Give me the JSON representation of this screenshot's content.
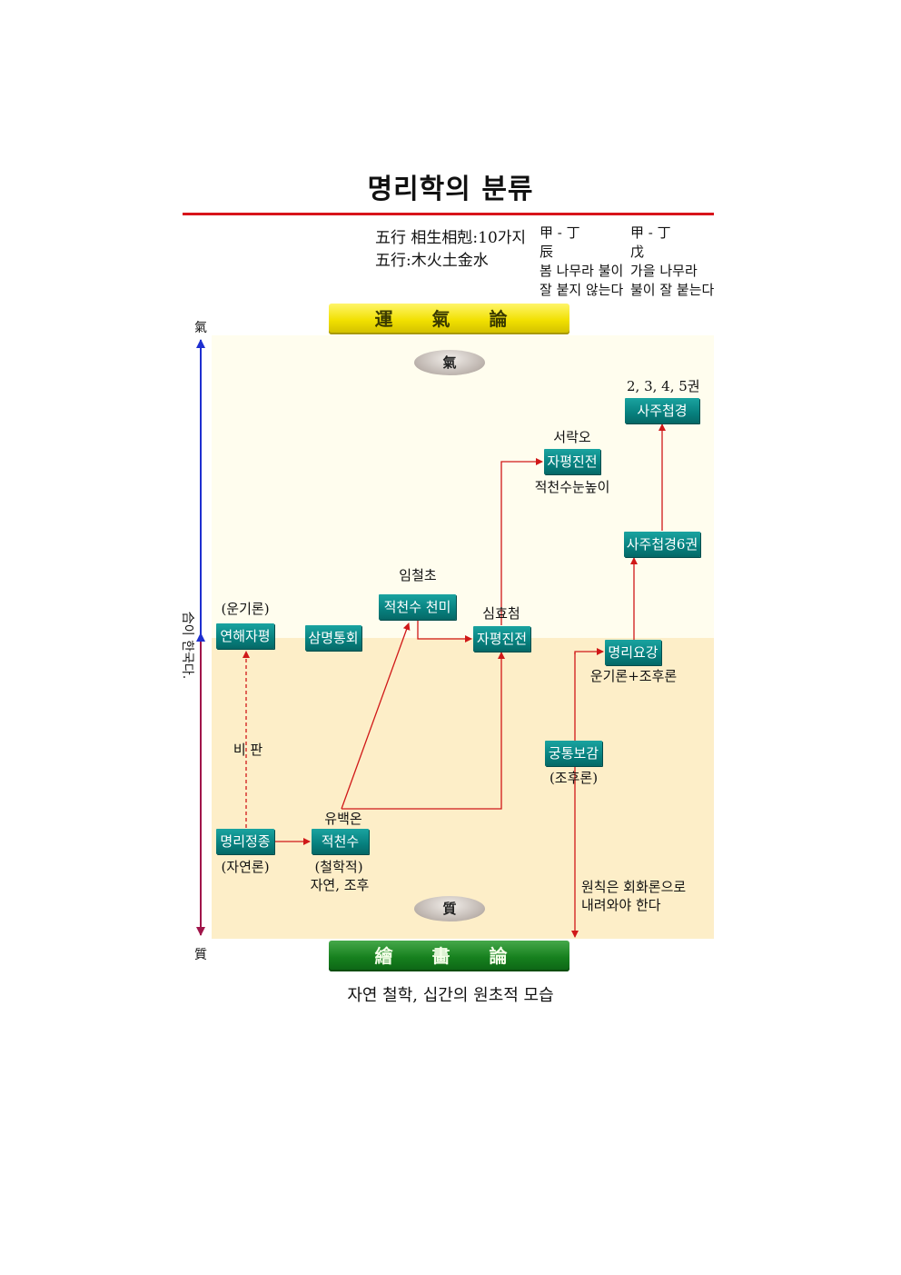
{
  "title": "명리학의 분류",
  "notes": {
    "line1": "五行 相生相剋:10가지",
    "line2": "五行:木火土金水",
    "col1": [
      "甲 - 丁",
      "辰",
      "봄 나무라 불이",
      "잘 붙지 않는다"
    ],
    "col2": [
      "甲 - 丁",
      "戊",
      "가을 나무라",
      "불이 잘 붙는다"
    ]
  },
  "banners": {
    "top": "運 氣 論",
    "bottom": "繪 畵 論"
  },
  "ovals": {
    "top": "氣",
    "bottom": "質"
  },
  "axis": {
    "top": "氣",
    "bottom": "質",
    "side": "合이 한국다."
  },
  "boxes": {
    "saju4": "사주첩경",
    "japyeong_jinjeon_top": "자평진전",
    "saju6": "사주첩경6권",
    "jeokcheon_cheonmi": "적천수 천미",
    "yeonhae": "연해자평",
    "sammyeong": "삼명통회",
    "japyeong_jinjeon": "자평진전",
    "myeongri_yogang": "명리요강",
    "gungtong": "궁통보감",
    "myeongri_jeongjong": "명리정종",
    "jeokcheonsu": "적천수"
  },
  "labels": {
    "vol2345": "2, 3, 4, 5권",
    "seorak": "서락오",
    "jeokcheon_note": "적천수눈높이",
    "imcheolcho": "임철초",
    "ungiron_paren": "(운기론)",
    "simhyocheom": "심효첨",
    "ungiron_johu": "운기론+조후론",
    "bipan": "비  판",
    "johuron": "(조후론)",
    "yubaegon": "유백온",
    "jayeonron": "(자연론)",
    "cheolhakjeok": "(철학적)",
    "jayeon_johu": "자연, 조후",
    "principle1": "원칙은 회화론으로",
    "principle2": "내려와야 한다"
  },
  "caption": "자연 철학, 십간의 원초적 모습"
}
